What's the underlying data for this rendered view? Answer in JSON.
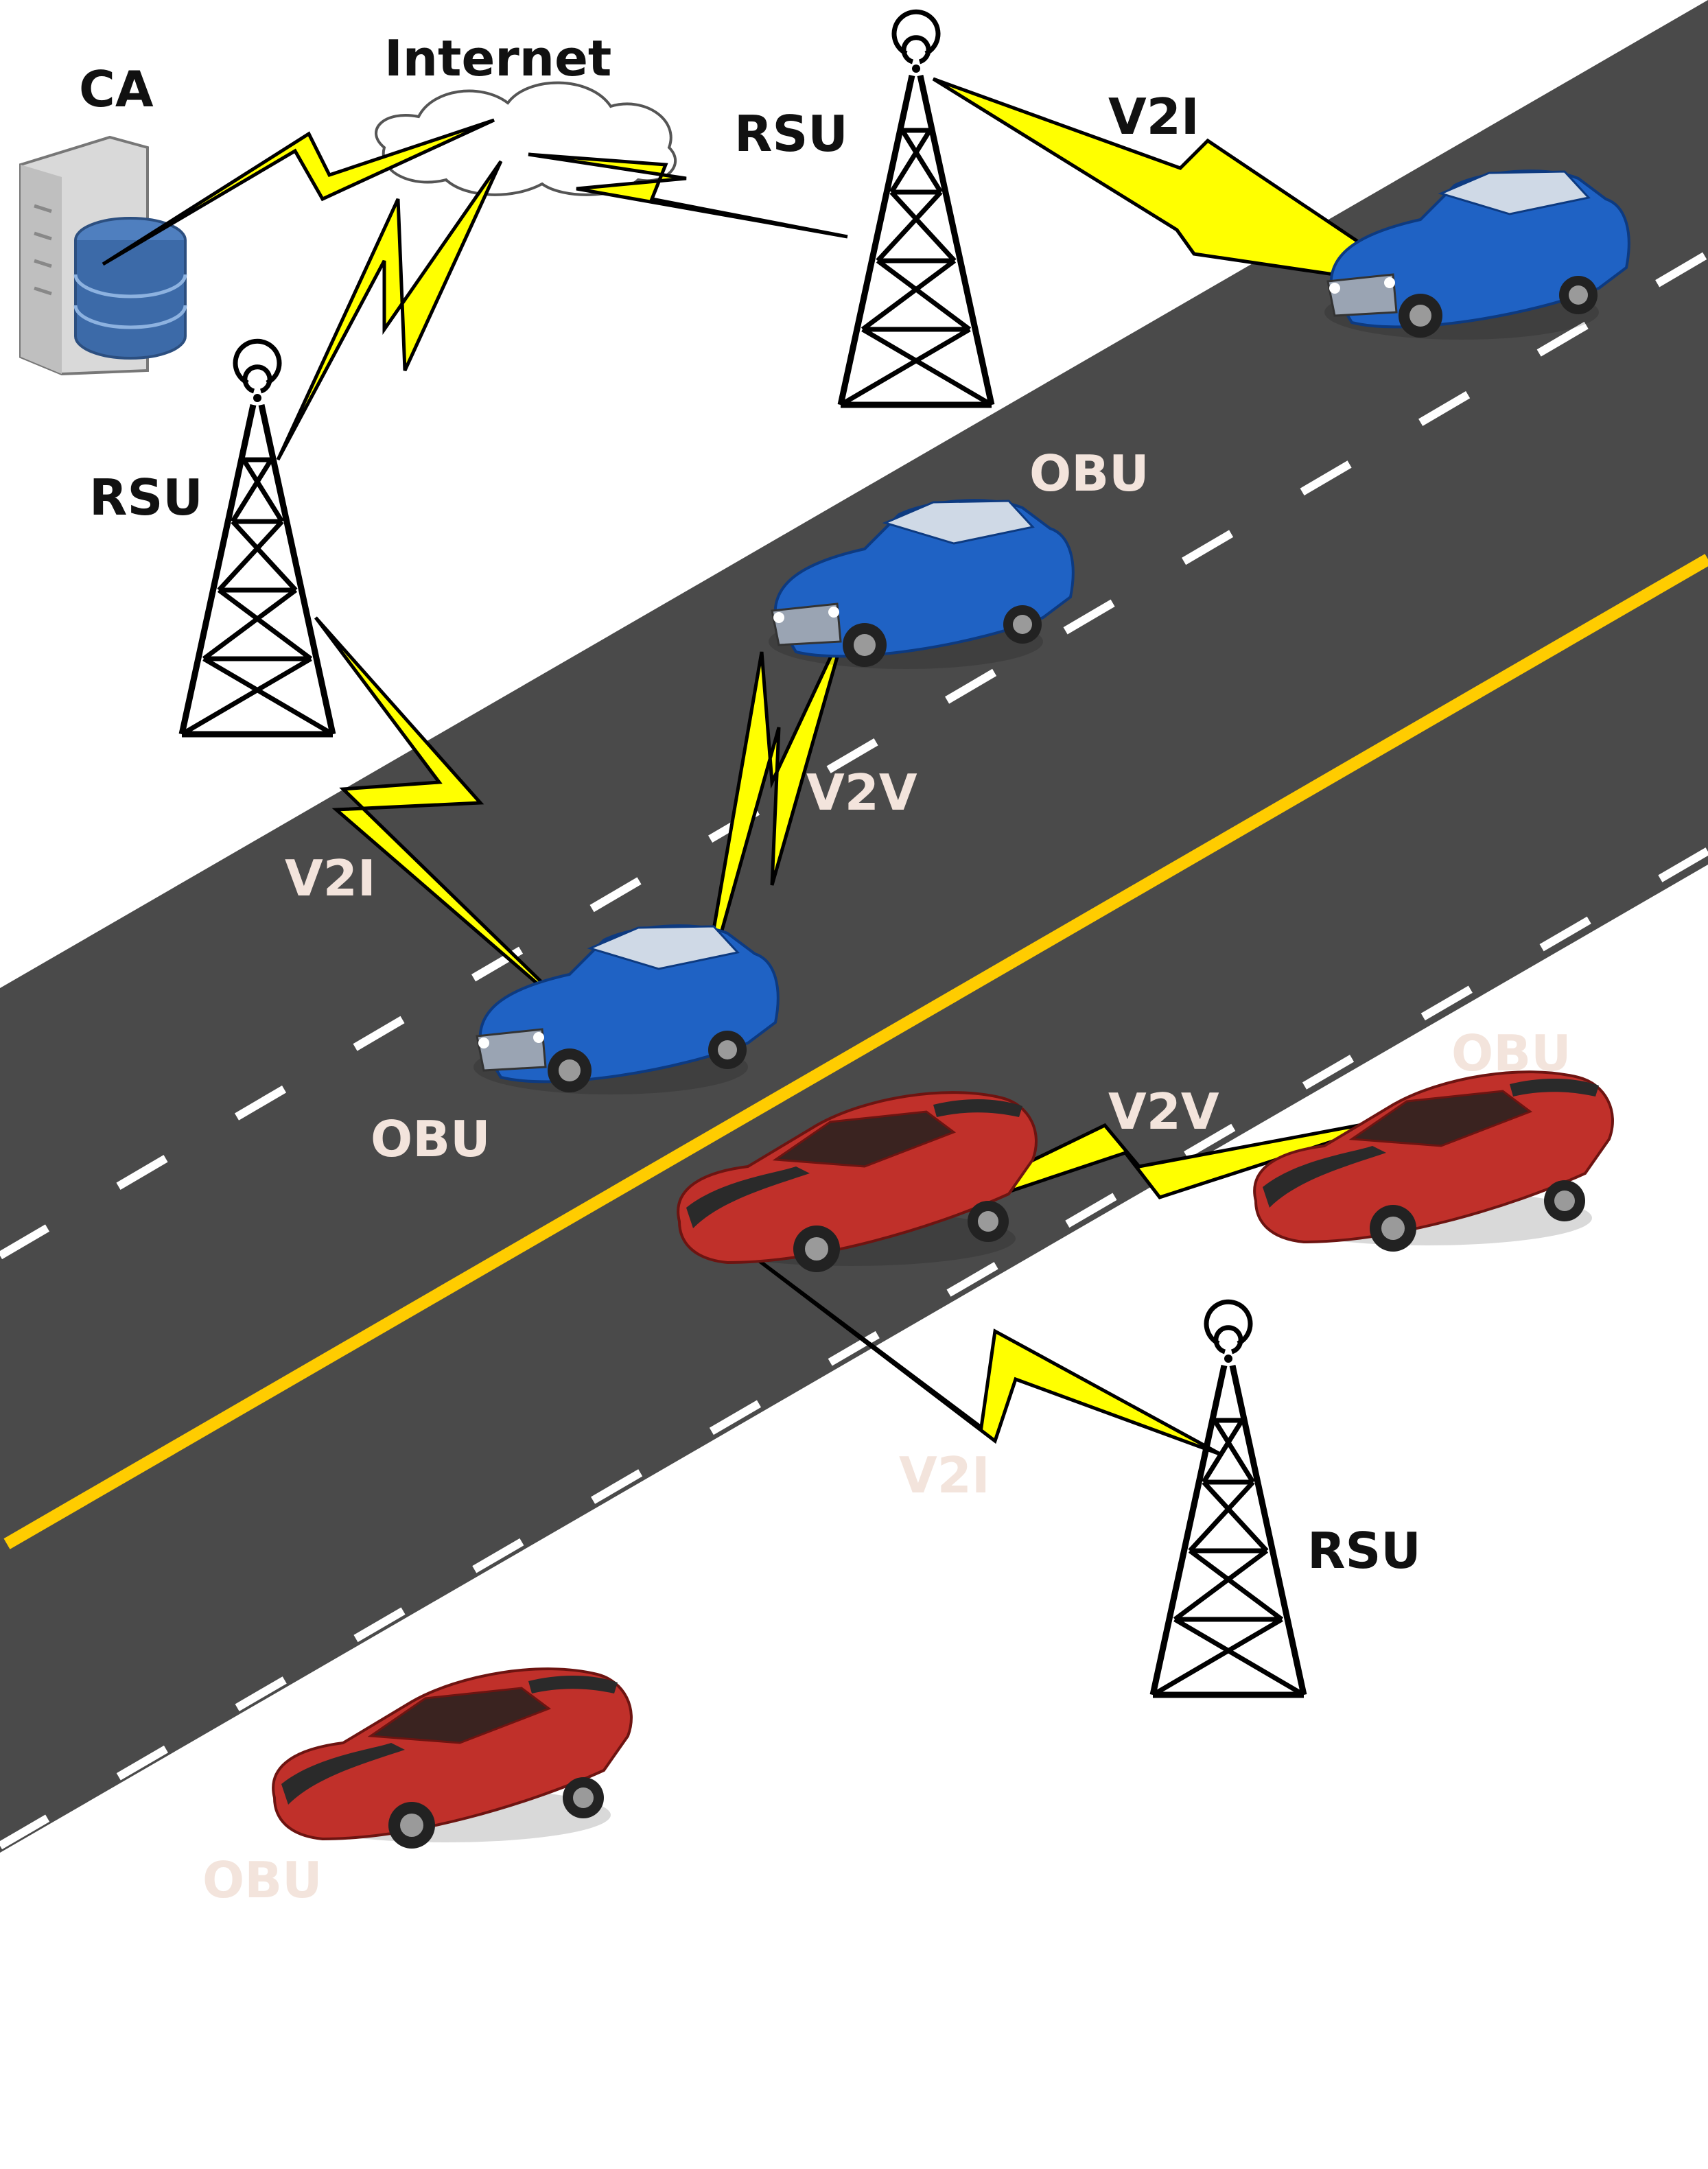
{
  "colors": {
    "road": "#4a4a4a",
    "center_line": "#ffcc00",
    "lane_dash": "#ffffff",
    "link": "#ffff00",
    "link_outline": "#000000",
    "dark_text": "#111111",
    "light_text": "#f3e4dc",
    "blue_car": "#1f62c4",
    "red_car": "#c0302a"
  },
  "labels": {
    "ca": "CA",
    "internet": "Internet",
    "rsu_top": "RSU",
    "rsu_left": "RSU",
    "rsu_bottom": "RSU",
    "v2i_top": "V2I",
    "v2i_left": "V2I",
    "v2i_bottom": "V2I",
    "v2v_upper": "V2V",
    "v2v_lower": "V2V",
    "obu_upper_right": "OBU",
    "obu_upper_left": "OBU",
    "obu_lower_right": "OBU",
    "obu_lower_left": "OBU"
  },
  "icons": {
    "server": "server-database-icon",
    "cloud": "cloud-icon",
    "tower": "radio-tower-icon",
    "blue_car": "blue-car-icon",
    "red_car": "red-car-icon",
    "link": "lightning-link-icon"
  }
}
